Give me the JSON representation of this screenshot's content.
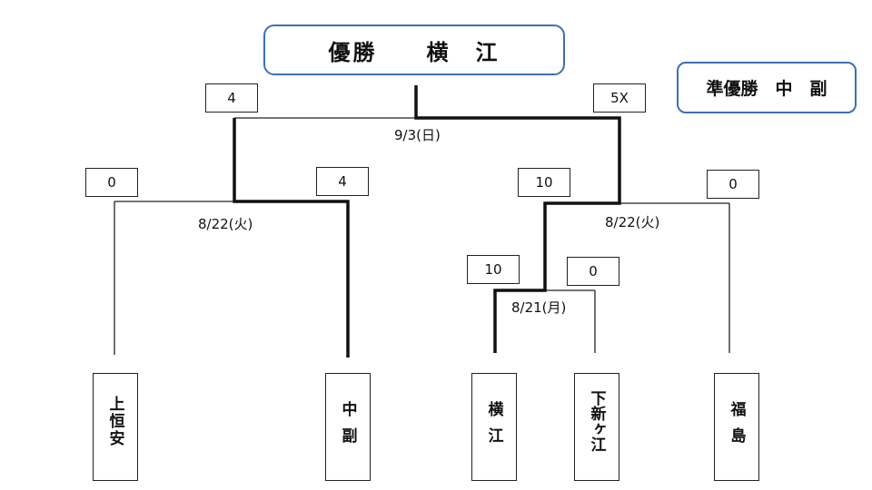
{
  "champion_title": "優勝　　横　江",
  "runner_up_title": "準優勝　中　副",
  "final": {
    "date": "9/3(日)",
    "score_left": "4",
    "score_right": "5X"
  },
  "semifinal_left": {
    "date": "8/22(火)",
    "score_left": "0",
    "score_right": "4"
  },
  "semifinal_right": {
    "date": "8/22(火)",
    "score_left": "10",
    "score_right": "0"
  },
  "first_round": {
    "date": "8/21(月)",
    "score_left": "10",
    "score_right": "0"
  },
  "teams": [
    "上恒安",
    "中副",
    "横江",
    "下新ヶ江",
    "福島"
  ]
}
